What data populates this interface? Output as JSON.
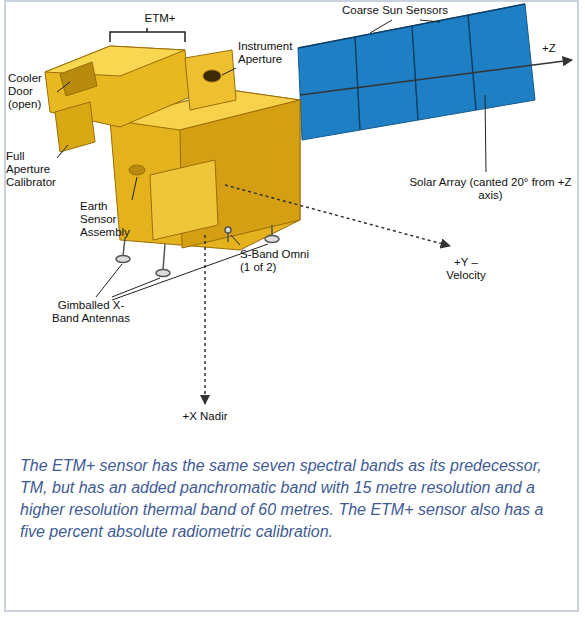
{
  "diagram": {
    "caption": "The ETM+ sensor has the same seven spectral bands as its predecessor, TM, but has an added panchromatic band with 15 metre resolution and a higher resolution thermal band of 60 metres. The ETM+ sensor also has a five percent absolute radiometric calibration.",
    "labels": [
      "ETM+",
      "Coarse Sun Sensors",
      "Instrument Aperture",
      "+Z",
      "Cooler Door (open)",
      "Full Aperture Calibrator",
      "Solar Array (canted 20° from +Z axis)",
      "Earth Sensor Assembly",
      "S-Band Omni (1 of 2)",
      "+Y –Velocity",
      "Gimballed X-Band Antennas",
      "+X Nadir"
    ]
  }
}
